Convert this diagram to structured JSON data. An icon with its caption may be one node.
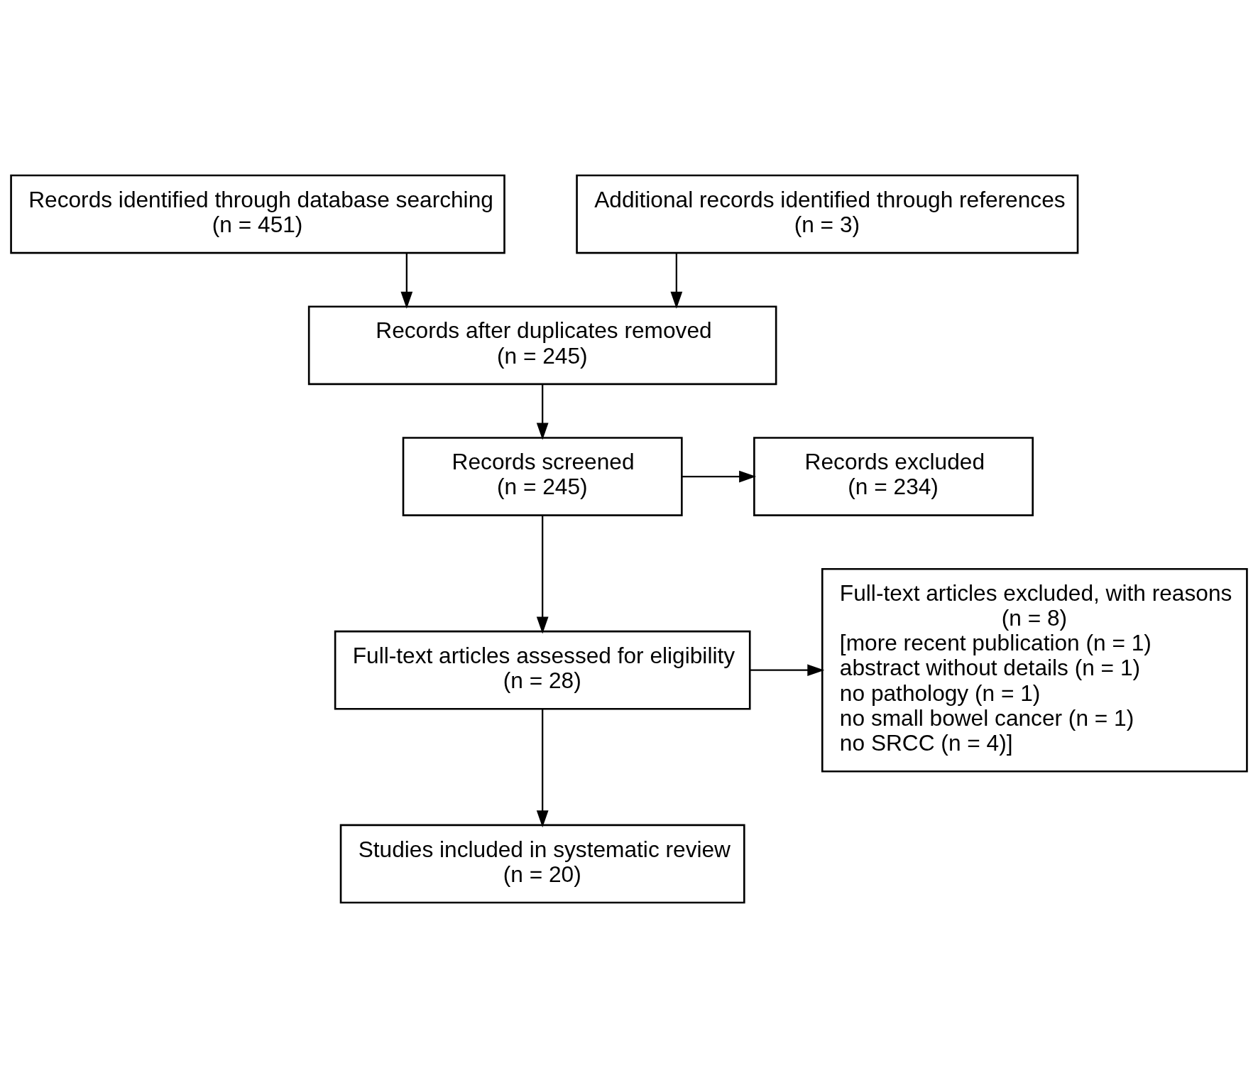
{
  "diagram": {
    "nodes": [
      {
        "text": [
          "Records identified through database searching",
          "(n = 451)"
        ]
      },
      {
        "text": [
          "Additional records identified through references",
          "(n = 3)"
        ]
      },
      {
        "text": [
          "Records after duplicates removed",
          "(n = 245)"
        ]
      },
      {
        "text": [
          "Records screened",
          "(n = 245)"
        ]
      },
      {
        "text": [
          "Records excluded",
          "(n = 234)"
        ]
      },
      {
        "text": [
          "Full-text articles assessed for eligibility",
          "(n = 28)"
        ]
      },
      {
        "text": [
          "Full-text articles excluded, with reasons",
          "(n = 8)",
          "[more recent publication (n = 1)",
          "abstract without details (n = 1)",
          "no pathology (n = 1)",
          "no small bowel cancer (n = 1)",
          "no SRCC (n = 4)]"
        ]
      },
      {
        "text": [
          "Studies included in systematic review",
          "(n = 20)"
        ]
      }
    ],
    "edges": [
      {
        "from": 0,
        "to": 2,
        "arrow": "to"
      },
      {
        "from": 1,
        "to": 2,
        "arrow": "to"
      },
      {
        "from": 2,
        "to": 3,
        "arrow": "to"
      },
      {
        "from": 3,
        "to": 4,
        "arrow": "to"
      },
      {
        "from": 3,
        "to": 5,
        "arrow": "to"
      },
      {
        "from": 5,
        "to": 6,
        "arrow": "to"
      },
      {
        "from": 5,
        "to": 7,
        "arrow": "to"
      }
    ]
  }
}
